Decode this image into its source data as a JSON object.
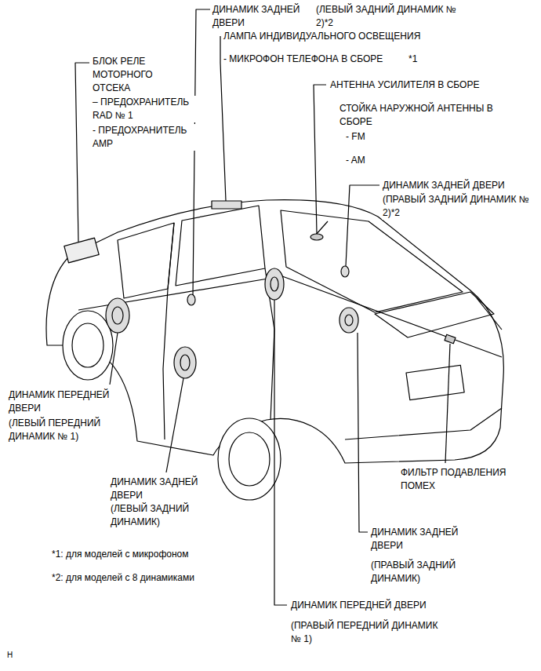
{
  "diagram": {
    "labels": [
      "ДИНАМИК ЗАДНЕЙ ДВЕРИ",
      "(ЛЕВЫЙ ЗАДНИЙ ДИНАМИК № 2)*2",
      "ЛАМПА ИНДИВИДУАЛЬНОГО ОСВЕЩЕНИЯ",
      "- МИКРОФОН ТЕЛЕФОНА В СБОРЕ",
      "*1",
      "БЛОК РЕЛЕ МОТОРНОГО ОТСЕКА",
      "– ПРЕДОХРАНИТЕЛЬ RAD № 1",
      "- ПРЕДОХРАНИТЕЛЬ AMP",
      "АНТЕННА УСИЛИТЕЛЯ В СБОРЕ",
      "СТОЙКА НАРУЖНОЙ АНТЕННЫ В СБОРЕ",
      "- FM",
      "- AM",
      "ДИНАМИК ЗАДНЕЙ ДВЕРИ",
      "(ПРАВЫЙ ЗАДНИЙ ДИНАМИК № 2)*2",
      "ДИНАМИК ПЕРЕДНЕЙ ДВЕРИ",
      "(ЛЕВЫЙ ПЕРЕДНИЙ ДИНАМИК № 1)",
      "ДИНАМИК ЗАДНЕЙ ДВЕРИ",
      "(ЛЕВЫЙ ЗАДНИЙ ДИНАМИК)",
      "ФИЛЬТР ПОДАВЛЕНИЯ ПОМЕХ",
      "*1: для моделей с микрофоном",
      "*2: для моделей с 8 динамиками",
      "ДИНАМИК ЗАДНЕЙ ДВЕРИ",
      "(ПРАВЫЙ ЗАДНИЙ ДИНАМИК)",
      "ДИНАМИК ПЕРЕДНЕЙ ДВЕРИ",
      "(ПРАВЫЙ ПЕРЕДНИЙ ДИНАМИК № 1)",
      "H"
    ]
  }
}
